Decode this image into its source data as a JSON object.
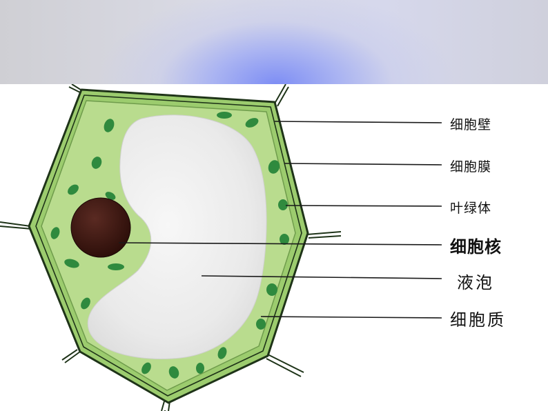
{
  "labels": {
    "cell_wall": "细胞壁",
    "cell_membrane": "细胞膜",
    "chloroplast": "叶绿体",
    "nucleus": "细胞核",
    "vacuole": "液泡",
    "cytoplasm": "细胞质"
  },
  "colors": {
    "cytoplasm": "#b9dc8e",
    "wall_band": "#9ccc6e",
    "wall_line": "#1e3318",
    "chloroplast": "#2f8a3e",
    "nucleus": "#3a1510",
    "vacuole": "#efefef"
  }
}
